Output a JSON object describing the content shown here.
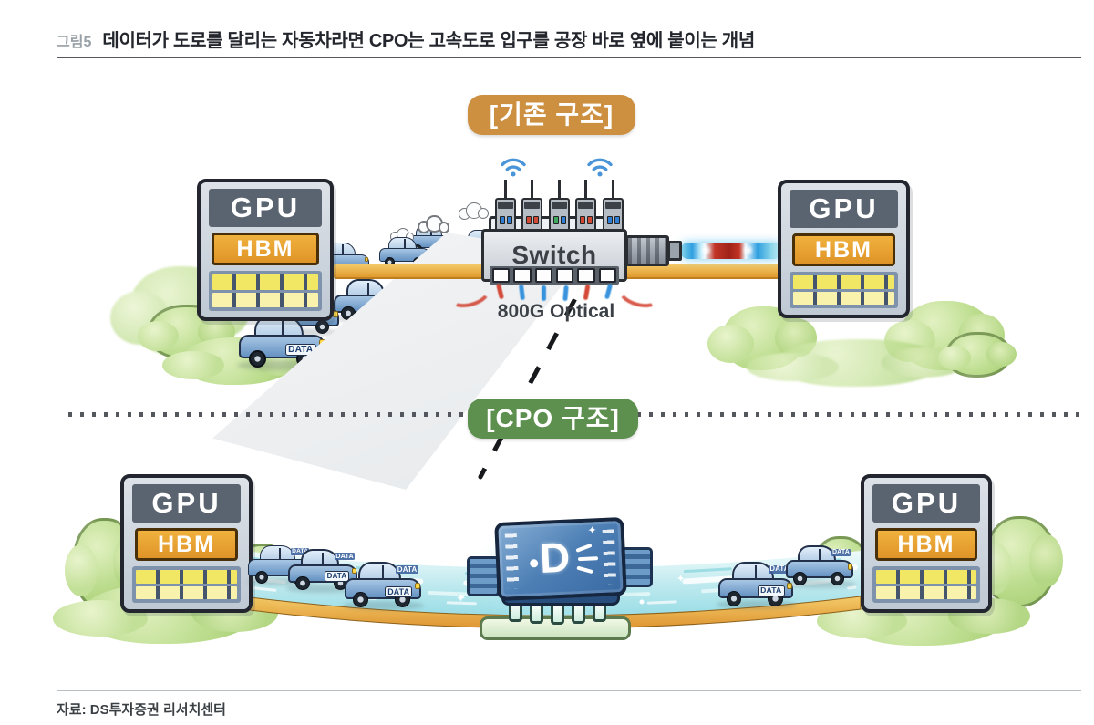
{
  "figure": {
    "label": "그림5",
    "title": "데이터가 도로를 달리는 자동차라면 CPO는 고속도로 입구를 공장 바로 옆에 붙이는 개념",
    "source": "자료: DS투자증권 리서치센터"
  },
  "diagram": {
    "traditional": {
      "badge": "[기존 구조]",
      "switch_label": "Switch",
      "optical_label": "800G Optical"
    },
    "cpo": {
      "badge": "[CPO 구조]",
      "chip_logo": "D"
    },
    "building": {
      "gpu": "GPU",
      "hbm": "HBM"
    },
    "car_plate": "DATA",
    "sparkle": "✦",
    "colors": {
      "badge_traditional": "#cd9040",
      "badge_cpo": "#5d8f4e",
      "hbm_orange": "#e29b2f",
      "road_orange": "#e8a43c",
      "glow_teal": "#b8e8ee",
      "car_blue": "#8fb6da",
      "beam_blue": "#35a8e8",
      "beam_red": "#c9352a"
    }
  }
}
